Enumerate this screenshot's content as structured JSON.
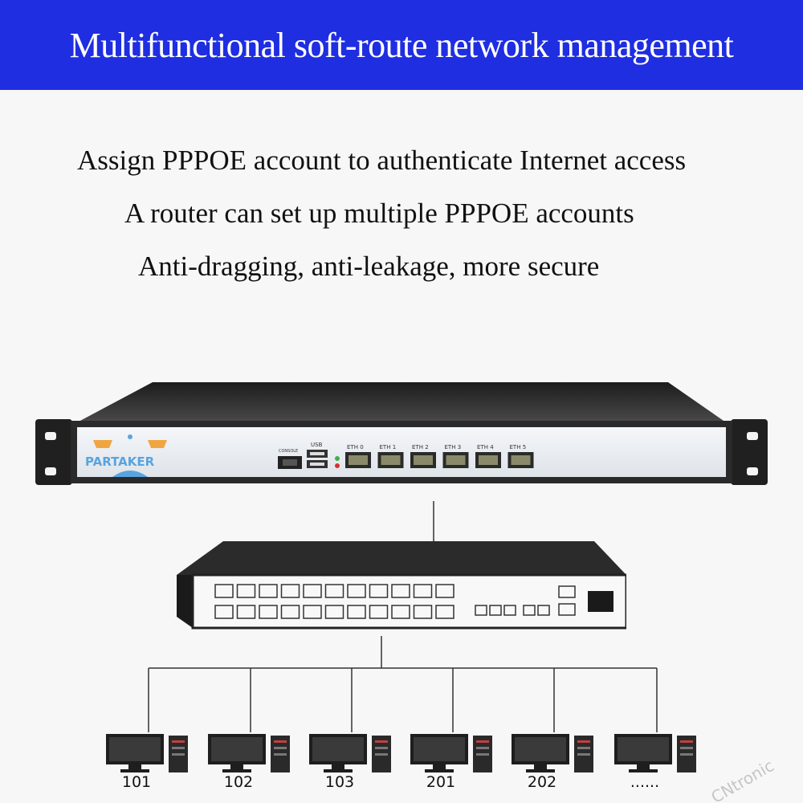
{
  "banner": {
    "title": "Multifunctional soft-route network management"
  },
  "headlines": [
    "Assign PPPOE account to authenticate Internet access",
    "A router can set up multiple PPPOE accounts",
    "Anti-dragging, anti-leakage, more secure"
  ],
  "router": {
    "brand_logo_text": "PARTAKER",
    "console_label": "CONSOLE",
    "usb_label": "USB",
    "eth_ports": [
      "ETH 0",
      "ETH 1",
      "ETH 2",
      "ETH 3",
      "ETH 4",
      "ETH 5"
    ]
  },
  "computers": [
    "101",
    "102",
    "103",
    "201",
    "202",
    "......"
  ],
  "watermark": "CNtronic",
  "colors": {
    "banner": "#1f2ee0",
    "router_face": "#e9edf3",
    "switch_body": "#2b2b2b"
  }
}
